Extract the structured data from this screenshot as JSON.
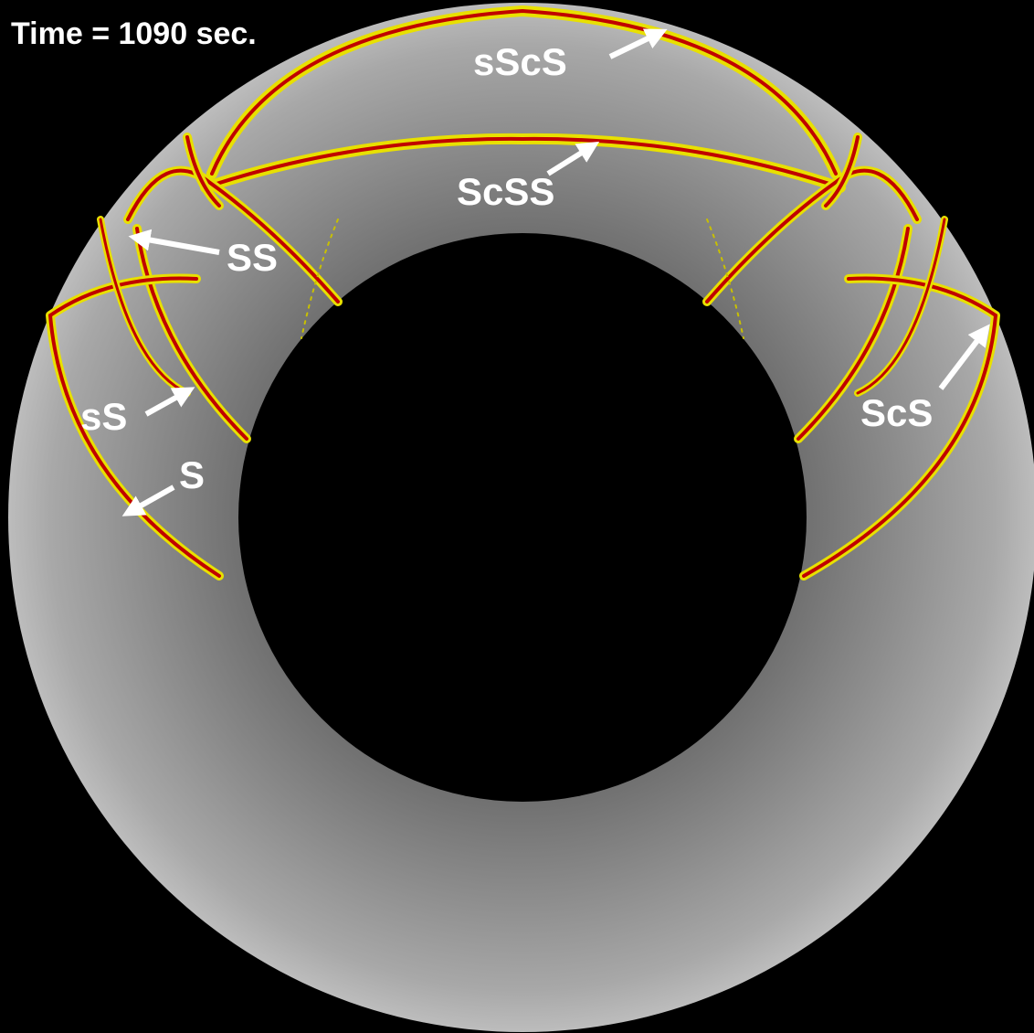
{
  "time_label": "Time = 1090 sec.",
  "phases": {
    "sScS": "sScS",
    "ScSS": "ScSS",
    "SS": "SS",
    "sS": "sS",
    "S": "S",
    "ScS": "ScS"
  },
  "colors": {
    "background": "#000000",
    "mantle_outer": "#b4b4b4",
    "mantle_inner": "#6e6e6e",
    "core": "#000000",
    "wavefront_red": "#c00000",
    "wavefront_yellow": "#e8e000",
    "label": "#ffffff"
  }
}
